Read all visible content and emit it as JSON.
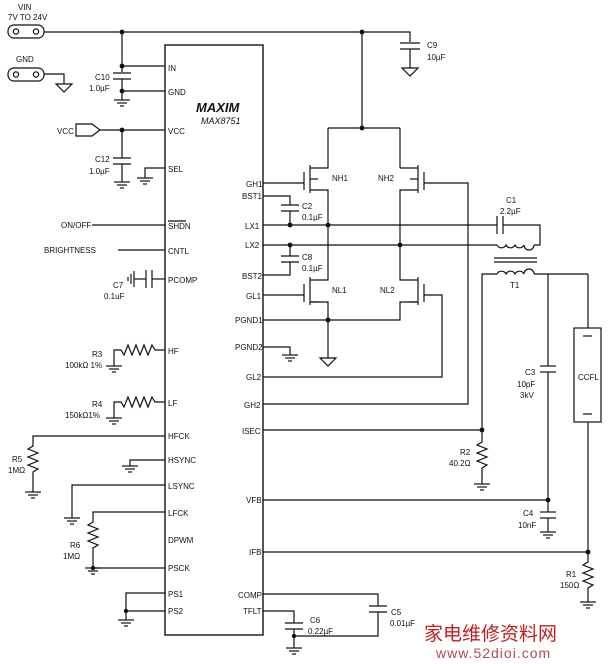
{
  "chip": {
    "logo": "MAXIM",
    "part": "MAX8751"
  },
  "left_pins": [
    {
      "n": "IN"
    },
    {
      "n": "GND"
    },
    {
      "n": "VCC"
    },
    {
      "n": "SEL"
    },
    {
      "n": "SHDN"
    },
    {
      "n": "CNTL"
    },
    {
      "n": "PCOMP"
    },
    {
      "n": "HF"
    },
    {
      "n": "LF"
    },
    {
      "n": "HFCK"
    },
    {
      "n": "HSYNC"
    },
    {
      "n": "LSYNC"
    },
    {
      "n": "LFCK"
    },
    {
      "n": "DPWM"
    },
    {
      "n": "PSCK"
    },
    {
      "n": "PS1"
    },
    {
      "n": "PS2"
    }
  ],
  "right_pins": [
    {
      "n": "GH1"
    },
    {
      "n": "BST1"
    },
    {
      "n": "LX1"
    },
    {
      "n": "LX2"
    },
    {
      "n": "BST2"
    },
    {
      "n": "GL1"
    },
    {
      "n": "PGND1"
    },
    {
      "n": "PGND2"
    },
    {
      "n": "GL2"
    },
    {
      "n": "GH2"
    },
    {
      "n": "ISEC"
    },
    {
      "n": "VFB"
    },
    {
      "n": "IFB"
    },
    {
      "n": "COMP"
    },
    {
      "n": "TFLT"
    }
  ],
  "connectors": {
    "vin_label": "VIN",
    "vin_range": "7V TO 24V",
    "gnd_label": "GND",
    "vcc_label": "VCC",
    "onoff_label": "ON/OFF",
    "brightness_label": "BRIGHTNESS"
  },
  "components": {
    "c10": {
      "ref": "C10",
      "val": "1.0µF"
    },
    "c9": {
      "ref": "C9",
      "val": "10µF"
    },
    "c12": {
      "ref": "C12",
      "val": "1.0µF"
    },
    "c7": {
      "ref": "C7",
      "val": "0.1uF"
    },
    "r3": {
      "ref": "R3",
      "val": "100kΩ 1%"
    },
    "r4": {
      "ref": "R4",
      "val": "150kΩ1%"
    },
    "r5": {
      "ref": "R5",
      "val": "1MΩ"
    },
    "r6": {
      "ref": "R6",
      "val": "1MΩ"
    },
    "c2": {
      "ref": "C2",
      "val": "0.1µF"
    },
    "c8": {
      "ref": "C8",
      "val": "0.1µF"
    },
    "nh1": {
      "ref": "NH1"
    },
    "nh2": {
      "ref": "NH2"
    },
    "nl1": {
      "ref": "NL1"
    },
    "nl2": {
      "ref": "NL2"
    },
    "c1": {
      "ref": "C1",
      "val": "2.2µF"
    },
    "t1": {
      "ref": "T1"
    },
    "c3": {
      "ref": "C3",
      "val": "10pF",
      "val2": "3kV"
    },
    "ccfl": {
      "ref": "CCFL"
    },
    "r2": {
      "ref": "R2",
      "val": "40.2Ω"
    },
    "c4": {
      "ref": "C4",
      "val": "10nF"
    },
    "r1": {
      "ref": "R1",
      "val": "150Ω"
    },
    "c6": {
      "ref": "C6",
      "val": "0.22µF"
    },
    "c5": {
      "ref": "C5",
      "val": "0.01µF"
    }
  },
  "watermark": {
    "cn": "家电维修资料网",
    "url": "www.52dioi.com"
  }
}
